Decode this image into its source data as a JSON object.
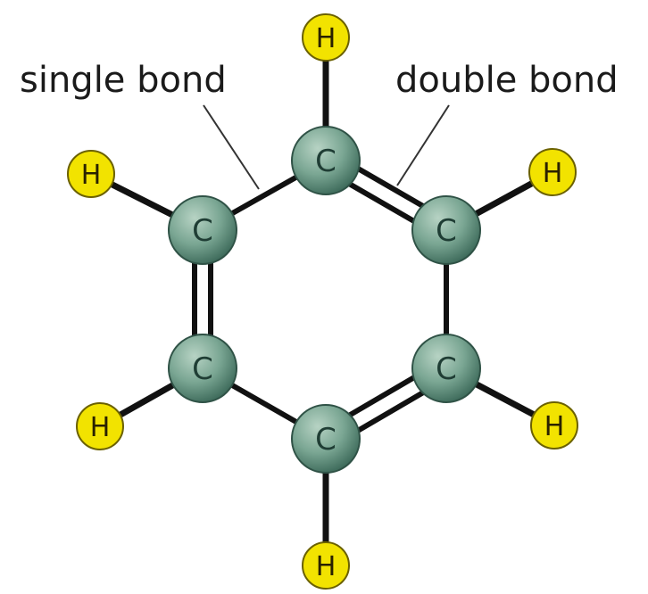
{
  "labels": {
    "single_bond": "single bond",
    "double_bond": "double bond"
  },
  "atoms": {
    "carbon_symbol": "C",
    "hydrogen_symbol": "H"
  },
  "colors": {
    "carbon_light": "#b7d3c4",
    "carbon_mid": "#7aa693",
    "carbon_dark": "#3f6c5c",
    "hydrogen_fill": "#f2e300",
    "bond": "#111111",
    "leader_line": "#333333"
  }
}
